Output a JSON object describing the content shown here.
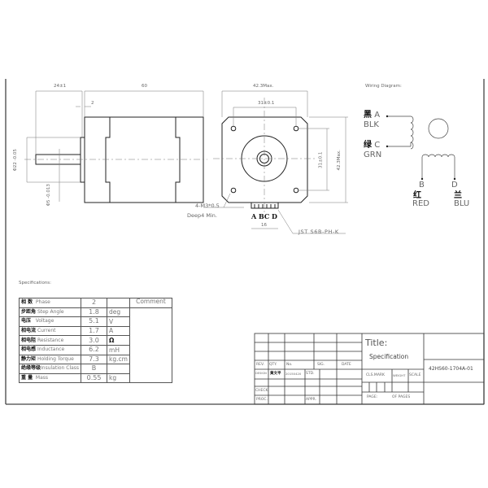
{
  "drawing": {
    "side_view": {
      "dim_shaft_length": "24±1",
      "dim_body_length": "60",
      "dim_flange": "2",
      "dim_boss_diameter": "Φ22 -0.05",
      "dim_shaft_diameter": "Φ5 -0.013",
      "hole_note_line1": "4-M3*0.5",
      "hole_note_line2": "Deep4 Min."
    },
    "front_view": {
      "dim_width": "42.3Max.",
      "dim_hole_spacing_h": "31±0.1",
      "dim_hole_spacing_v": "31±0.1",
      "dim_height": "42.3Max.",
      "connector_pins": "A BC D",
      "dim_connector": "16",
      "connector_note": "JST S6B-PH-K"
    }
  },
  "wiring": {
    "title": "Wiring Diagram:",
    "wires": [
      {
        "cn": "黑",
        "pin": "A",
        "color": "BLK"
      },
      {
        "cn": "绿",
        "pin": "C",
        "color": "GRN"
      },
      {
        "cn": "红",
        "pin": "B",
        "color": "RED"
      },
      {
        "cn": "兰",
        "pin": "D",
        "color": "BLU"
      }
    ]
  },
  "specifications": {
    "title": "Specifications:",
    "comment_header": "Comment",
    "rows": [
      {
        "cn": "相  数",
        "en": "Phase",
        "value": "2",
        "unit": ""
      },
      {
        "cn": "步距角",
        "en": "Step Angle",
        "value": "1.8",
        "unit": "deg"
      },
      {
        "cn": "电压",
        "en": "Voltage",
        "value": "5.1",
        "unit": "V"
      },
      {
        "cn": "相电流",
        "en": "Current",
        "value": "1.7",
        "unit": "A"
      },
      {
        "cn": "相电阻",
        "en": "Resistance",
        "value": "3.0",
        "unit": "Ω"
      },
      {
        "cn": "相电感",
        "en": "Inductance",
        "value": "6.2",
        "unit": "mH"
      },
      {
        "cn": "静力矩",
        "en": "Holding Torque",
        "value": "7.3",
        "unit": "kg.cm"
      },
      {
        "cn": "绝缘等级",
        "en": "Insulation Class",
        "value": "B",
        "unit": ""
      },
      {
        "cn": "重  量",
        "en": "Mass",
        "value": "0.55",
        "unit": "kg"
      }
    ]
  },
  "title_block": {
    "rev": "REV.",
    "qty": "QTY.",
    "no": "No.",
    "sig": "SIG.",
    "date": "DATE",
    "design": "DESIGN",
    "designer": "黄文平",
    "design_date": "20150420",
    "std": "STD.",
    "check": "CHECK",
    "proc": "PROC.",
    "appr": "APPR.",
    "title_label": "Title:",
    "title_value": "Specification",
    "cls_mark": "CLS.MARK",
    "weight": "WEIGHT",
    "scale": "SCALE",
    "page": "PAGE:",
    "of_pages": "OF  PAGES",
    "part_number": "42HS60-1704A-01"
  }
}
